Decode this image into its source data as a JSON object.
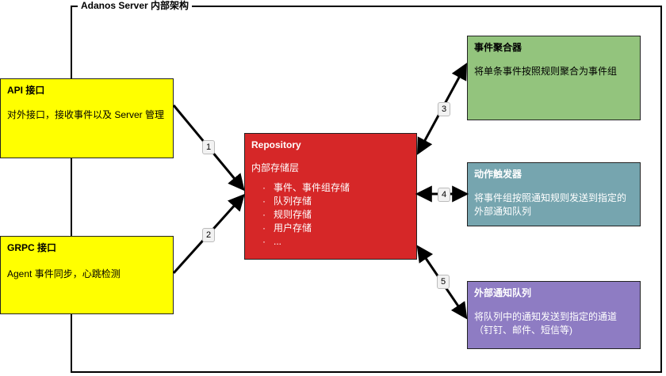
{
  "frame": {
    "title": "Adanos Server 内部架构"
  },
  "api_box": {
    "title": "API 接口",
    "desc": "对外接口，接收事件以及 Server 管理"
  },
  "grpc_box": {
    "title": "GRPC 接口",
    "desc": "Agent 事件同步，心跳检测"
  },
  "repo_box": {
    "title": "Repository",
    "desc": "内部存储层",
    "items": [
      "事件、事件组存储",
      "队列存储",
      "规则存储",
      "用户存储",
      "..."
    ]
  },
  "aggregator_box": {
    "title": "事件聚合器",
    "desc": "将单条事件按照规则聚合为事件组"
  },
  "trigger_box": {
    "title": "动作触发器",
    "desc": "将事件组按照通知规则发送到指定的外部通知队列"
  },
  "queue_box": {
    "title": "外部通知队列",
    "desc": "将队列中的通知发送到指定的通道（钉钉、邮件、短信等)"
  },
  "connections": {
    "labels": [
      "1",
      "2",
      "3",
      "4",
      "5"
    ]
  },
  "colors": {
    "api": "#ffff00",
    "grpc": "#ffff00",
    "repository": "#d62728",
    "aggregator": "#93c47d",
    "trigger": "#76a5af",
    "queue": "#8e7cc3"
  }
}
